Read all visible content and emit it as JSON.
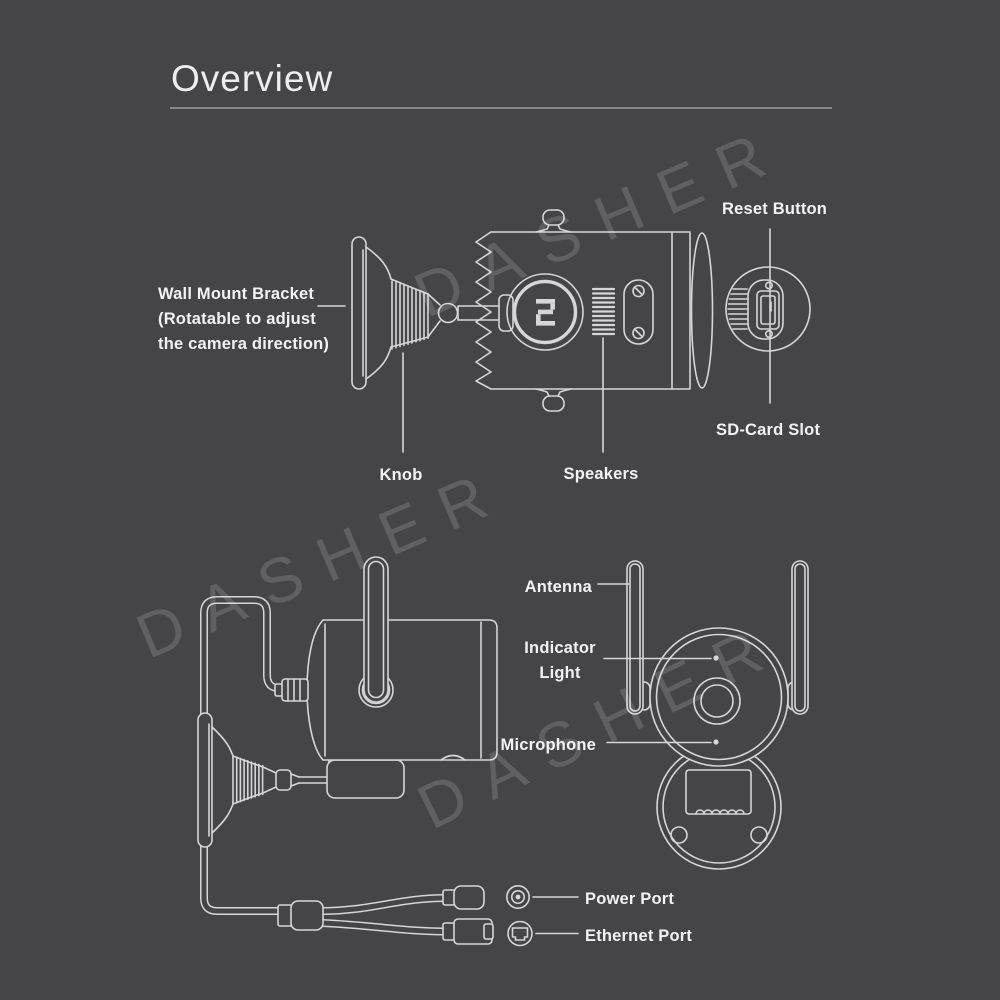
{
  "page": {
    "title": "Overview",
    "watermark_text": "DASHER",
    "colors": {
      "background": "#454548",
      "line_art": "#d6d6d8",
      "label_text": "#f2f2f3",
      "divider": "#85858a",
      "watermark": "rgba(255,255,255,0.15)"
    },
    "icons": {
      "power_port": "concentric-circles-dc-jack-icon",
      "ethernet_port": "rj45-jack-in-circle-icon"
    }
  },
  "top_diagram": {
    "labels": {
      "wall_mount_line1": "Wall Mount Bracket",
      "wall_mount_line2": "(Rotatable to adjust",
      "wall_mount_line3": "the camera direction)",
      "knob": "Knob",
      "speakers": "Speakers",
      "reset_button": "Reset Button",
      "sd_card_slot": "SD-Card Slot"
    }
  },
  "bottom_diagram": {
    "labels": {
      "antenna": "Antenna",
      "indicator_light_line1": "Indicator",
      "indicator_light_line2": "Light",
      "microphone": "Microphone",
      "power_port": "Power Port",
      "ethernet_port": "Ethernet Port"
    }
  }
}
